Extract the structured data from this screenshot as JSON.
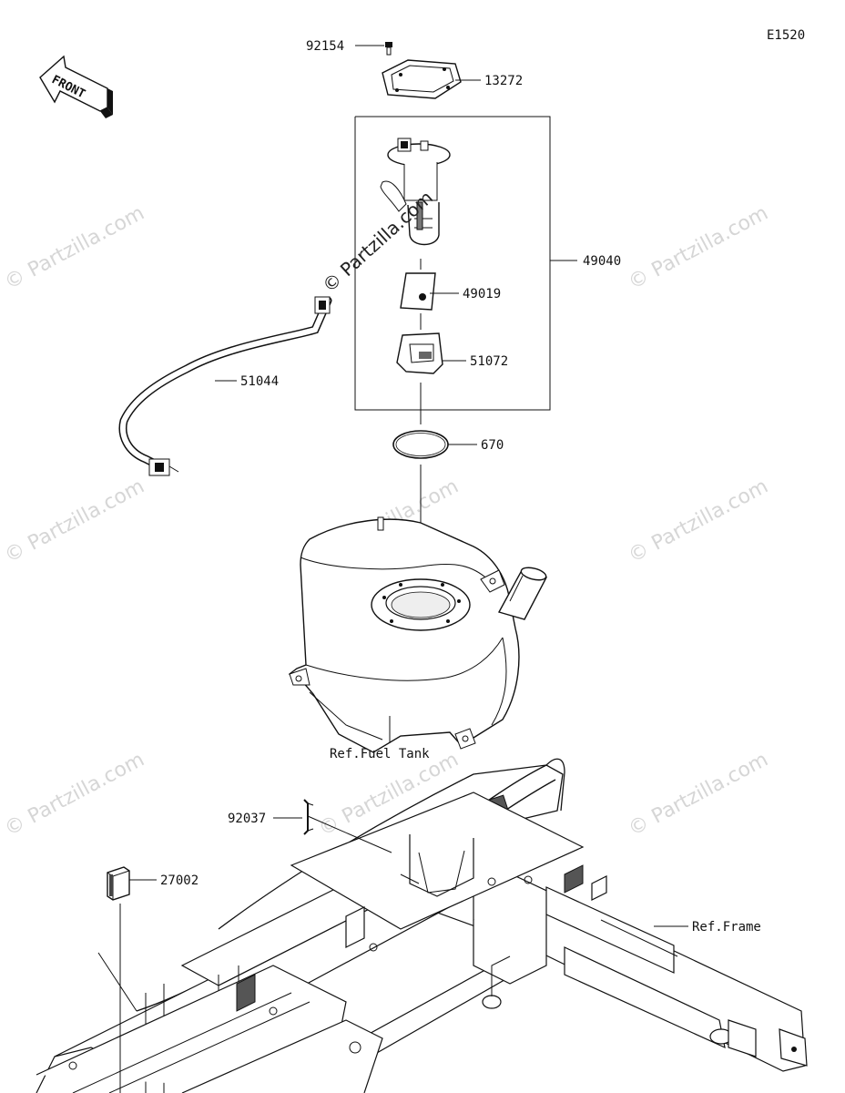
{
  "diagram": {
    "code": "E1520",
    "front_label": "FRONT",
    "watermark": "© Partzilla.com",
    "callouts": {
      "p92154": "92154",
      "p13272": "13272",
      "p49040": "49040",
      "p49019": "49019",
      "p51072": "51072",
      "p51044": "51044",
      "p670": "670",
      "ref_fuel_tank": "Ref.Fuel Tank",
      "p92037": "92037",
      "p27002": "27002",
      "ref_frame": "Ref.Frame"
    }
  }
}
